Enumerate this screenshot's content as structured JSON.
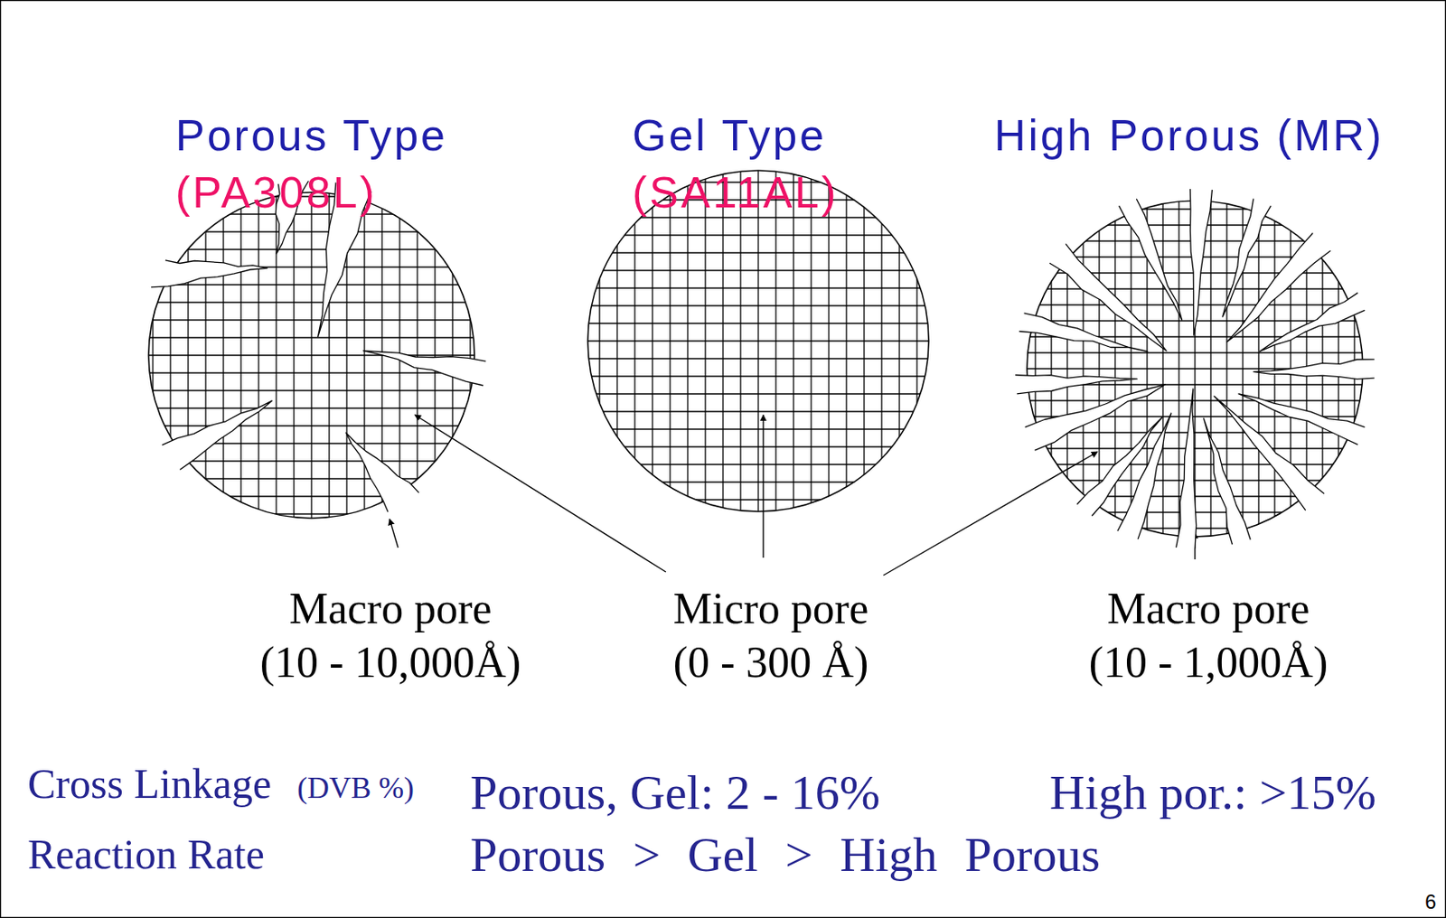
{
  "diagram": {
    "nodes": [
      {
        "text": [
          "Porous Type",
          "(PA308L)"
        ]
      },
      {
        "text": [
          "Gel Type",
          "(SA11AL)"
        ]
      },
      {
        "text": [
          "High Porous (MR)"
        ]
      }
    ],
    "labels": [
      "Macro pore",
      "(10 - 10,000Å)",
      "Micro pore",
      "(0 - 300 Å)",
      "Macro pore",
      "(10 - 1,000Å)",
      "Cross Linkage",
      "(DVB %)",
      "Porous, Gel: 2 - 16%",
      "High por.: >15%",
      "Reaction Rate",
      "Porous > Gel > High Porous",
      "6"
    ]
  }
}
